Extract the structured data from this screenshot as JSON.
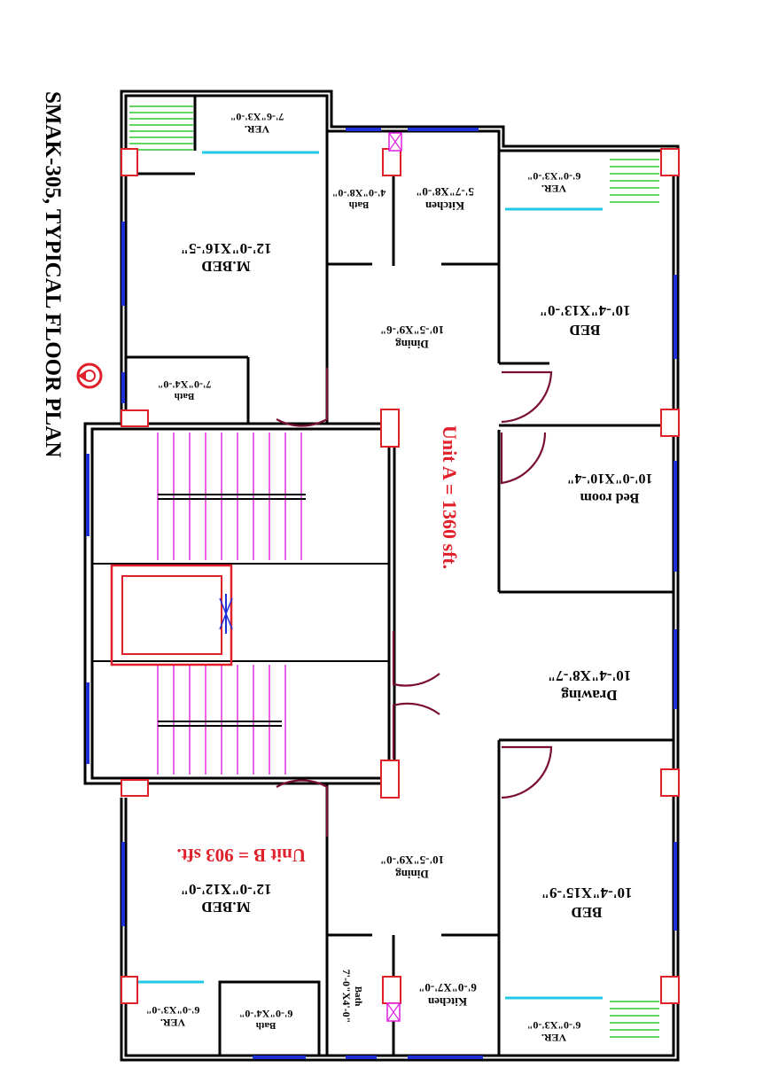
{
  "title": "SMAK-305, TYPICAL FLOOR PLAN",
  "units": {
    "a": "Unit A = 1360 sft.",
    "b": "Unit B = 903 sft."
  },
  "rooms": {
    "ver_top_left": {
      "name": "VER.",
      "size": "7'-6\"X3'-0\""
    },
    "mbed_top": {
      "name": "M.BED",
      "size": "12'-0\"X16'-5\""
    },
    "bath_top_left": {
      "name": "Bath",
      "size": "7'-0\"X4'-0\""
    },
    "bath_top_mid": {
      "name": "Bath",
      "size": "4'-0\"X8'-0\""
    },
    "kitchen_top": {
      "name": "Kitchen",
      "size": "5'-7\"X8'-0\""
    },
    "dining_top": {
      "name": "Dining",
      "size": "10'-5\"X9'-6\""
    },
    "ver_top_right": {
      "name": "VER.",
      "size": "6'-0\"X3'-0\""
    },
    "bed_top_right": {
      "name": "BED",
      "size": "10'-4\"X13'-0\""
    },
    "bedroom_right": {
      "name": "Bed room",
      "size": "10'-0\"X10'-4\""
    },
    "drawing": {
      "name": "Drawing",
      "size": "10'-4\"X8'-7\""
    },
    "bed_bottom_right": {
      "name": "BED",
      "size": "10'-4\"X15'-9\""
    },
    "ver_bottom_right": {
      "name": "VER.",
      "size": "6'-0\"X3'-0\""
    },
    "dining_bottom": {
      "name": "Dining",
      "size": "10'-5\"X9'-0\""
    },
    "kitchen_bottom": {
      "name": "Kitchen",
      "size": "6'-0\"X7'-0\""
    },
    "bath_bottom_mid": {
      "name": "Bath",
      "size": "7'-0\"X4'-0\""
    },
    "mbed_bottom": {
      "name": "M.BED",
      "size": "12'-0\"X12'-0\""
    },
    "bath_bottom_left": {
      "name": "Bath",
      "size": "6'-0\"X4'-0\""
    },
    "ver_bottom_left": {
      "name": "VER.",
      "size": "6'-0\"X3'-0\""
    }
  },
  "colors": {
    "wall": "#000000",
    "window": "#1f2fd6",
    "window_glass": "#22c8e6",
    "door": "#7a1030",
    "column": "#e0202a",
    "stair": "#e020e0",
    "veranda_rail": "#2fc82f",
    "unit_label": "#e0202a"
  },
  "icons": {
    "north": "north-arrow-icon"
  }
}
